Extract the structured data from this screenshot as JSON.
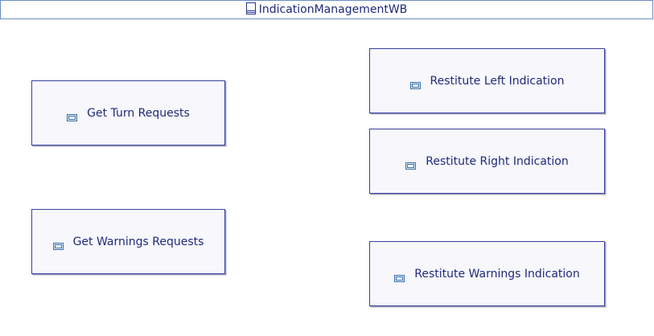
{
  "diagram": {
    "title": "IndicationManagementWB",
    "title_icon": "workbench-icon",
    "functions": [
      {
        "label": "Get Turn Requests",
        "icon": "function-icon"
      },
      {
        "label": "Get Warnings Requests",
        "icon": "function-icon"
      },
      {
        "label": "Restitute Left Indication",
        "icon": "function-icon"
      },
      {
        "label": "Restitute Right Indication",
        "icon": "function-icon"
      },
      {
        "label": "Restitute Warnings Indication",
        "icon": "function-icon"
      }
    ]
  },
  "colors": {
    "border": "#3b3f9e",
    "box_fill": "#f7f7fc",
    "text": "#1f2a7a",
    "title_border": "#6b8cc4"
  }
}
